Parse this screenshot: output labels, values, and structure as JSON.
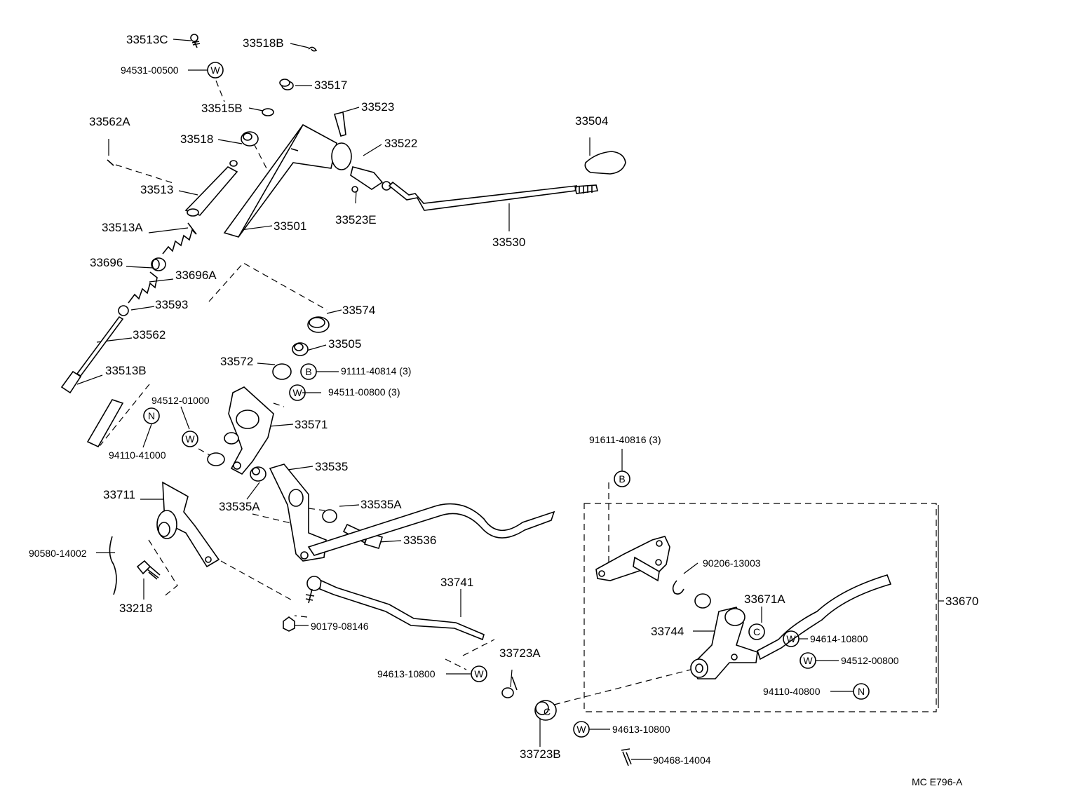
{
  "labels": {
    "l33513C": "33513C",
    "l33518B": "33518B",
    "l94531": "94531-00500",
    "l33517": "33517",
    "l33515B": "33515B",
    "l33523": "33523",
    "l33562A": "33562A",
    "l33518": "33518",
    "l33522": "33522",
    "l33504": "33504",
    "l33513": "33513",
    "l33523E": "33523E",
    "l33513A": "33513A",
    "l33501": "33501",
    "l33530": "33530",
    "l33696": "33696",
    "l33696A": "33696A",
    "l33593": "33593",
    "l33574": "33574",
    "l33562": "33562",
    "l33505": "33505",
    "l33572": "33572",
    "l91111": "91111-40814 (3)",
    "l33513B": "33513B",
    "l94511": "94511-00800 (3)",
    "l94512_01000": "94512-01000",
    "l33571": "33571",
    "l94110_41000": "94110-41000",
    "l91611": "91611-40816 (3)",
    "l33535": "33535",
    "l33711": "33711",
    "l33535A_1": "33535A",
    "l33535A_2": "33535A",
    "l33536": "33536",
    "l90580": "90580-14002",
    "l90206": "90206-13003",
    "l33741": "33741",
    "l33671A": "33671A",
    "l33670": "33670",
    "l33218": "33218",
    "l33744": "33744",
    "l90179": "90179-08146",
    "l94614": "94614-10800",
    "l33723A": "33723A",
    "l94512_00800": "94512-00800",
    "l94613_1": "94613-10800",
    "l94110_40800": "94110-40800",
    "l94613_2": "94613-10800",
    "l33723B": "33723B",
    "l90468": "90468-14004",
    "code": "MC  E796-A"
  },
  "symbols": {
    "washer": "W",
    "bolt": "B",
    "nut": "N",
    "clip": "C"
  }
}
